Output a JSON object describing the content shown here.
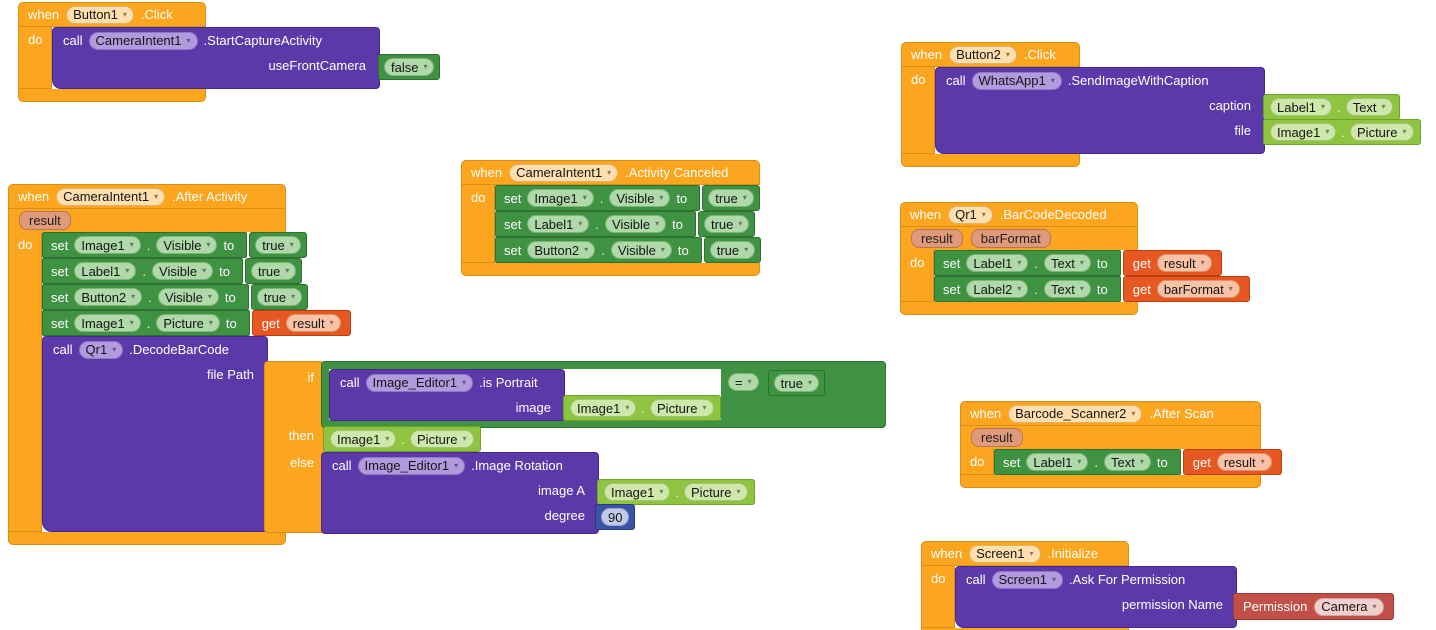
{
  "tokens": {
    "when": "when",
    "do": "do",
    "call": "call",
    "set": "set",
    "to": "to",
    "get": "get",
    "if": "if",
    "then": "then",
    "else": "else",
    "dot": ".",
    "dropdown_arrow_icon": "▾"
  },
  "colors": {
    "event_orange": "#FCA51E",
    "method_purple": "#5C39A8",
    "setter_green": "#3E9242",
    "getter_green": "#8EC43F",
    "variable_red": "#E65722",
    "math_blue": "#3B53A4",
    "permission_red": "#C25049",
    "workspace_background": "#FFFFFF"
  },
  "stacks": {
    "s1": {
      "component": "Button1",
      "event": ".Click",
      "call": {
        "component": "CameraIntent1",
        "method": ".StartCaptureActivity",
        "arg_label": "useFrontCamera",
        "value": "false"
      }
    },
    "s2": {
      "component": "Button2",
      "event": ".Click",
      "call": {
        "component": "WhatsApp1",
        "method": ".SendImageWithCaption",
        "args": [
          {
            "label": "caption",
            "component": "Label1",
            "property": "Text"
          },
          {
            "label": "file",
            "component": "Image1",
            "property": "Picture"
          }
        ]
      }
    },
    "s3": {
      "component": "CameraIntent1",
      "event": ".After Activity",
      "params": [
        "result"
      ],
      "sets": [
        {
          "component": "Image1",
          "property": "Visible",
          "value": "true"
        },
        {
          "component": "Label1",
          "property": "Visible",
          "value": "true"
        },
        {
          "component": "Button2",
          "property": "Visible",
          "value": "true"
        },
        {
          "component": "Image1",
          "property": "Picture",
          "variable": "result"
        }
      ],
      "call": {
        "component": "Qr1",
        "method": ".DecodeBarCode",
        "arg_label": "file Path"
      },
      "if": {
        "cond_call": {
          "component": "Image_Editor1",
          "method": ".is Portrait",
          "arg_label": "image",
          "getter_component": "Image1",
          "getter_property": "Picture"
        },
        "operator": "=",
        "right_value": "true",
        "then_getter": {
          "component": "Image1",
          "property": "Picture"
        },
        "else_call": {
          "component": "Image_Editor1",
          "method": ".Image Rotation",
          "arg1_label": "image A",
          "getter_component": "Image1",
          "getter_property": "Picture",
          "arg2_label": "degree",
          "degree": "90"
        }
      }
    },
    "s4": {
      "component": "CameraIntent1",
      "event": ".Activity Canceled",
      "sets": [
        {
          "component": "Image1",
          "property": "Visible",
          "value": "true"
        },
        {
          "component": "Label1",
          "property": "Visible",
          "value": "true"
        },
        {
          "component": "Button2",
          "property": "Visible",
          "value": "true"
        }
      ]
    },
    "s5": {
      "component": "Qr1",
      "event": ".BarCodeDecoded",
      "params": [
        "result",
        "barFormat"
      ],
      "sets": [
        {
          "component": "Label1",
          "property": "Text",
          "variable": "result"
        },
        {
          "component": "Label2",
          "property": "Text",
          "variable": "barFormat"
        }
      ]
    },
    "s6": {
      "component": "Barcode_Scanner2",
      "event": ".After Scan",
      "params": [
        "result"
      ],
      "sets": [
        {
          "component": "Label1",
          "property": "Text",
          "variable": "result"
        }
      ]
    },
    "s7": {
      "component": "Screen1",
      "event": ".Initialize",
      "call": {
        "component": "Screen1",
        "method": ".Ask For Permission",
        "arg_label": "permission Name",
        "permission_label": "Permission",
        "permission_value": "Camera"
      }
    }
  }
}
